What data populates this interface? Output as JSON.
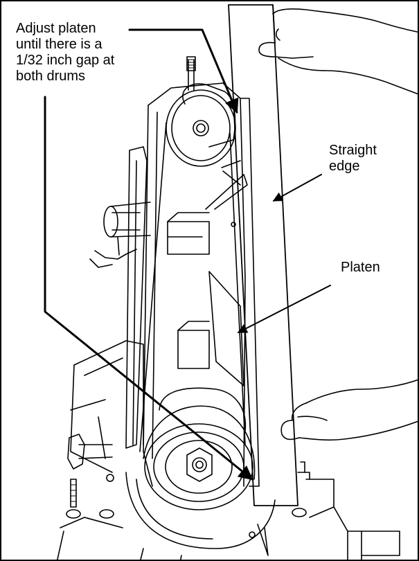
{
  "annotations": {
    "adjust_line1": "Adjust platen",
    "adjust_rest": "until there is a\n1/32 inch gap at\nboth drums",
    "straight_edge": "Straight\nedge",
    "platen": "Platen"
  },
  "colors": {
    "line": "#000000",
    "background": "#ffffff"
  }
}
